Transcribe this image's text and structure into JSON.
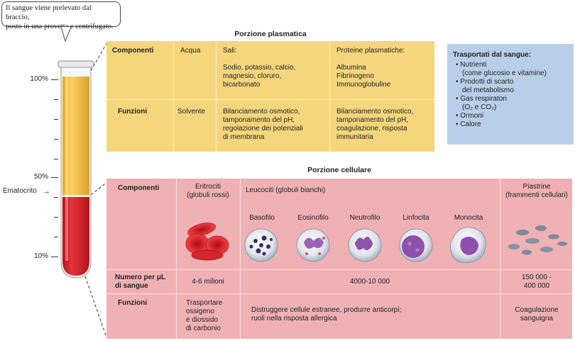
{
  "callout": {
    "line1": "Il sangue viene prelevato dal braccio,",
    "line2": "posto in una provetta e centrifugato."
  },
  "tube_scale": {
    "label_100": "100%",
    "label_50": "50%",
    "label_10": "10%",
    "ematocrito": "Ematocrito"
  },
  "plasma": {
    "title": "Porzione plasmatica",
    "componenti_label": "Componenti",
    "funzioni_label": "Funzioni",
    "acqua": "Acqua",
    "sali_title": "Sali:",
    "sali_list": [
      "Sodio, potassio, calcio,",
      "magnesio, cloruro,",
      "bicarbonato"
    ],
    "proteine_title": "Proteine plasmatiche:",
    "proteine_list": [
      "Albumina",
      "Fibrinogeno",
      "Immunoglobuline"
    ],
    "solvente": "Solvente",
    "funz_sali": [
      "Bilanciamento osmotico,",
      "tamponamento del pH,",
      "regolazione dei potenziali",
      "di membrana"
    ],
    "funz_proteine": [
      "Bilanciamento osmotico,",
      "tamponamento del pH,",
      "coagulazione, risposta",
      "immunitaria"
    ]
  },
  "trasportati": {
    "title": "Trasportati dal sangue:",
    "items": [
      [
        "Nutrienti",
        "(come glucosio e vitamine)"
      ],
      [
        "Prodotti di scarto",
        "del metabolismo"
      ],
      [
        "Gas respiratori",
        "(O₂ e CO₂)"
      ],
      [
        "Ormoni"
      ],
      [
        "Calore"
      ]
    ]
  },
  "cellular": {
    "title": "Porzione cellulare",
    "componenti_label": "Componenti",
    "eritrociti": [
      "Eritrociti",
      "(globuli rossi)"
    ],
    "leucociti": "Leucociti (globuli bianchi)",
    "piastrine": [
      "Piastrine",
      "(frammenti cellulari)"
    ],
    "leukocyte_types": [
      "Basofilo",
      "Eosinofilo",
      "Neutrofilo",
      "Linfocita",
      "Monocita"
    ],
    "numero_label": [
      "Numero per μL",
      "di sangue"
    ],
    "numero_eritrociti": "4-6 milioni",
    "numero_leucociti": "4000-10 000",
    "numero_piastrine": [
      "150 000 -",
      "400 000"
    ],
    "funzioni_label": "Funzioni",
    "funz_eritrociti": [
      "Trasportare",
      "ossigeno",
      "e diossido",
      "di carbonio"
    ],
    "funz_leucociti": [
      "Distruggere cellule estranee, produrre anticorpi;",
      "ruoli nella risposta allergica"
    ],
    "funz_piastrine": [
      "Coagulazione",
      "sanguigna"
    ]
  },
  "colors": {
    "plasma_panel": "#f5d67d",
    "cell_panel": "#f0b1b4",
    "transport_box": "#b9cfe9",
    "tube_plasma": "#f2bd3a",
    "tube_cells": "#d8232a"
  }
}
